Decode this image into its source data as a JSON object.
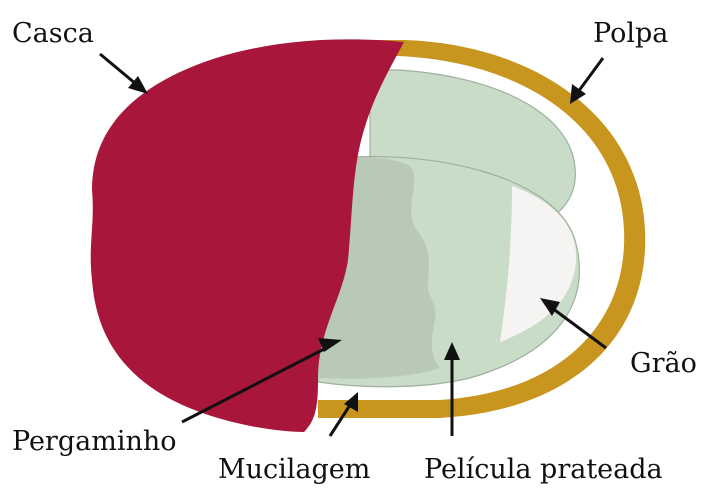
{
  "diagram": {
    "labels": {
      "casca": "Casca",
      "polpa": "Polpa",
      "grao": "Grão",
      "pergaminho": "Pergaminho",
      "mucilagem": "Mucilagem",
      "pelicula": "Película prateada"
    },
    "colors": {
      "casca": "#a8173b",
      "polpa": "#c8961f",
      "mucilagem": "#ffffff",
      "pergaminho": "#b9c9b7",
      "pelicula": "#c8dcc8",
      "grao": "#f6f4f2",
      "arrow": "#111111"
    }
  }
}
